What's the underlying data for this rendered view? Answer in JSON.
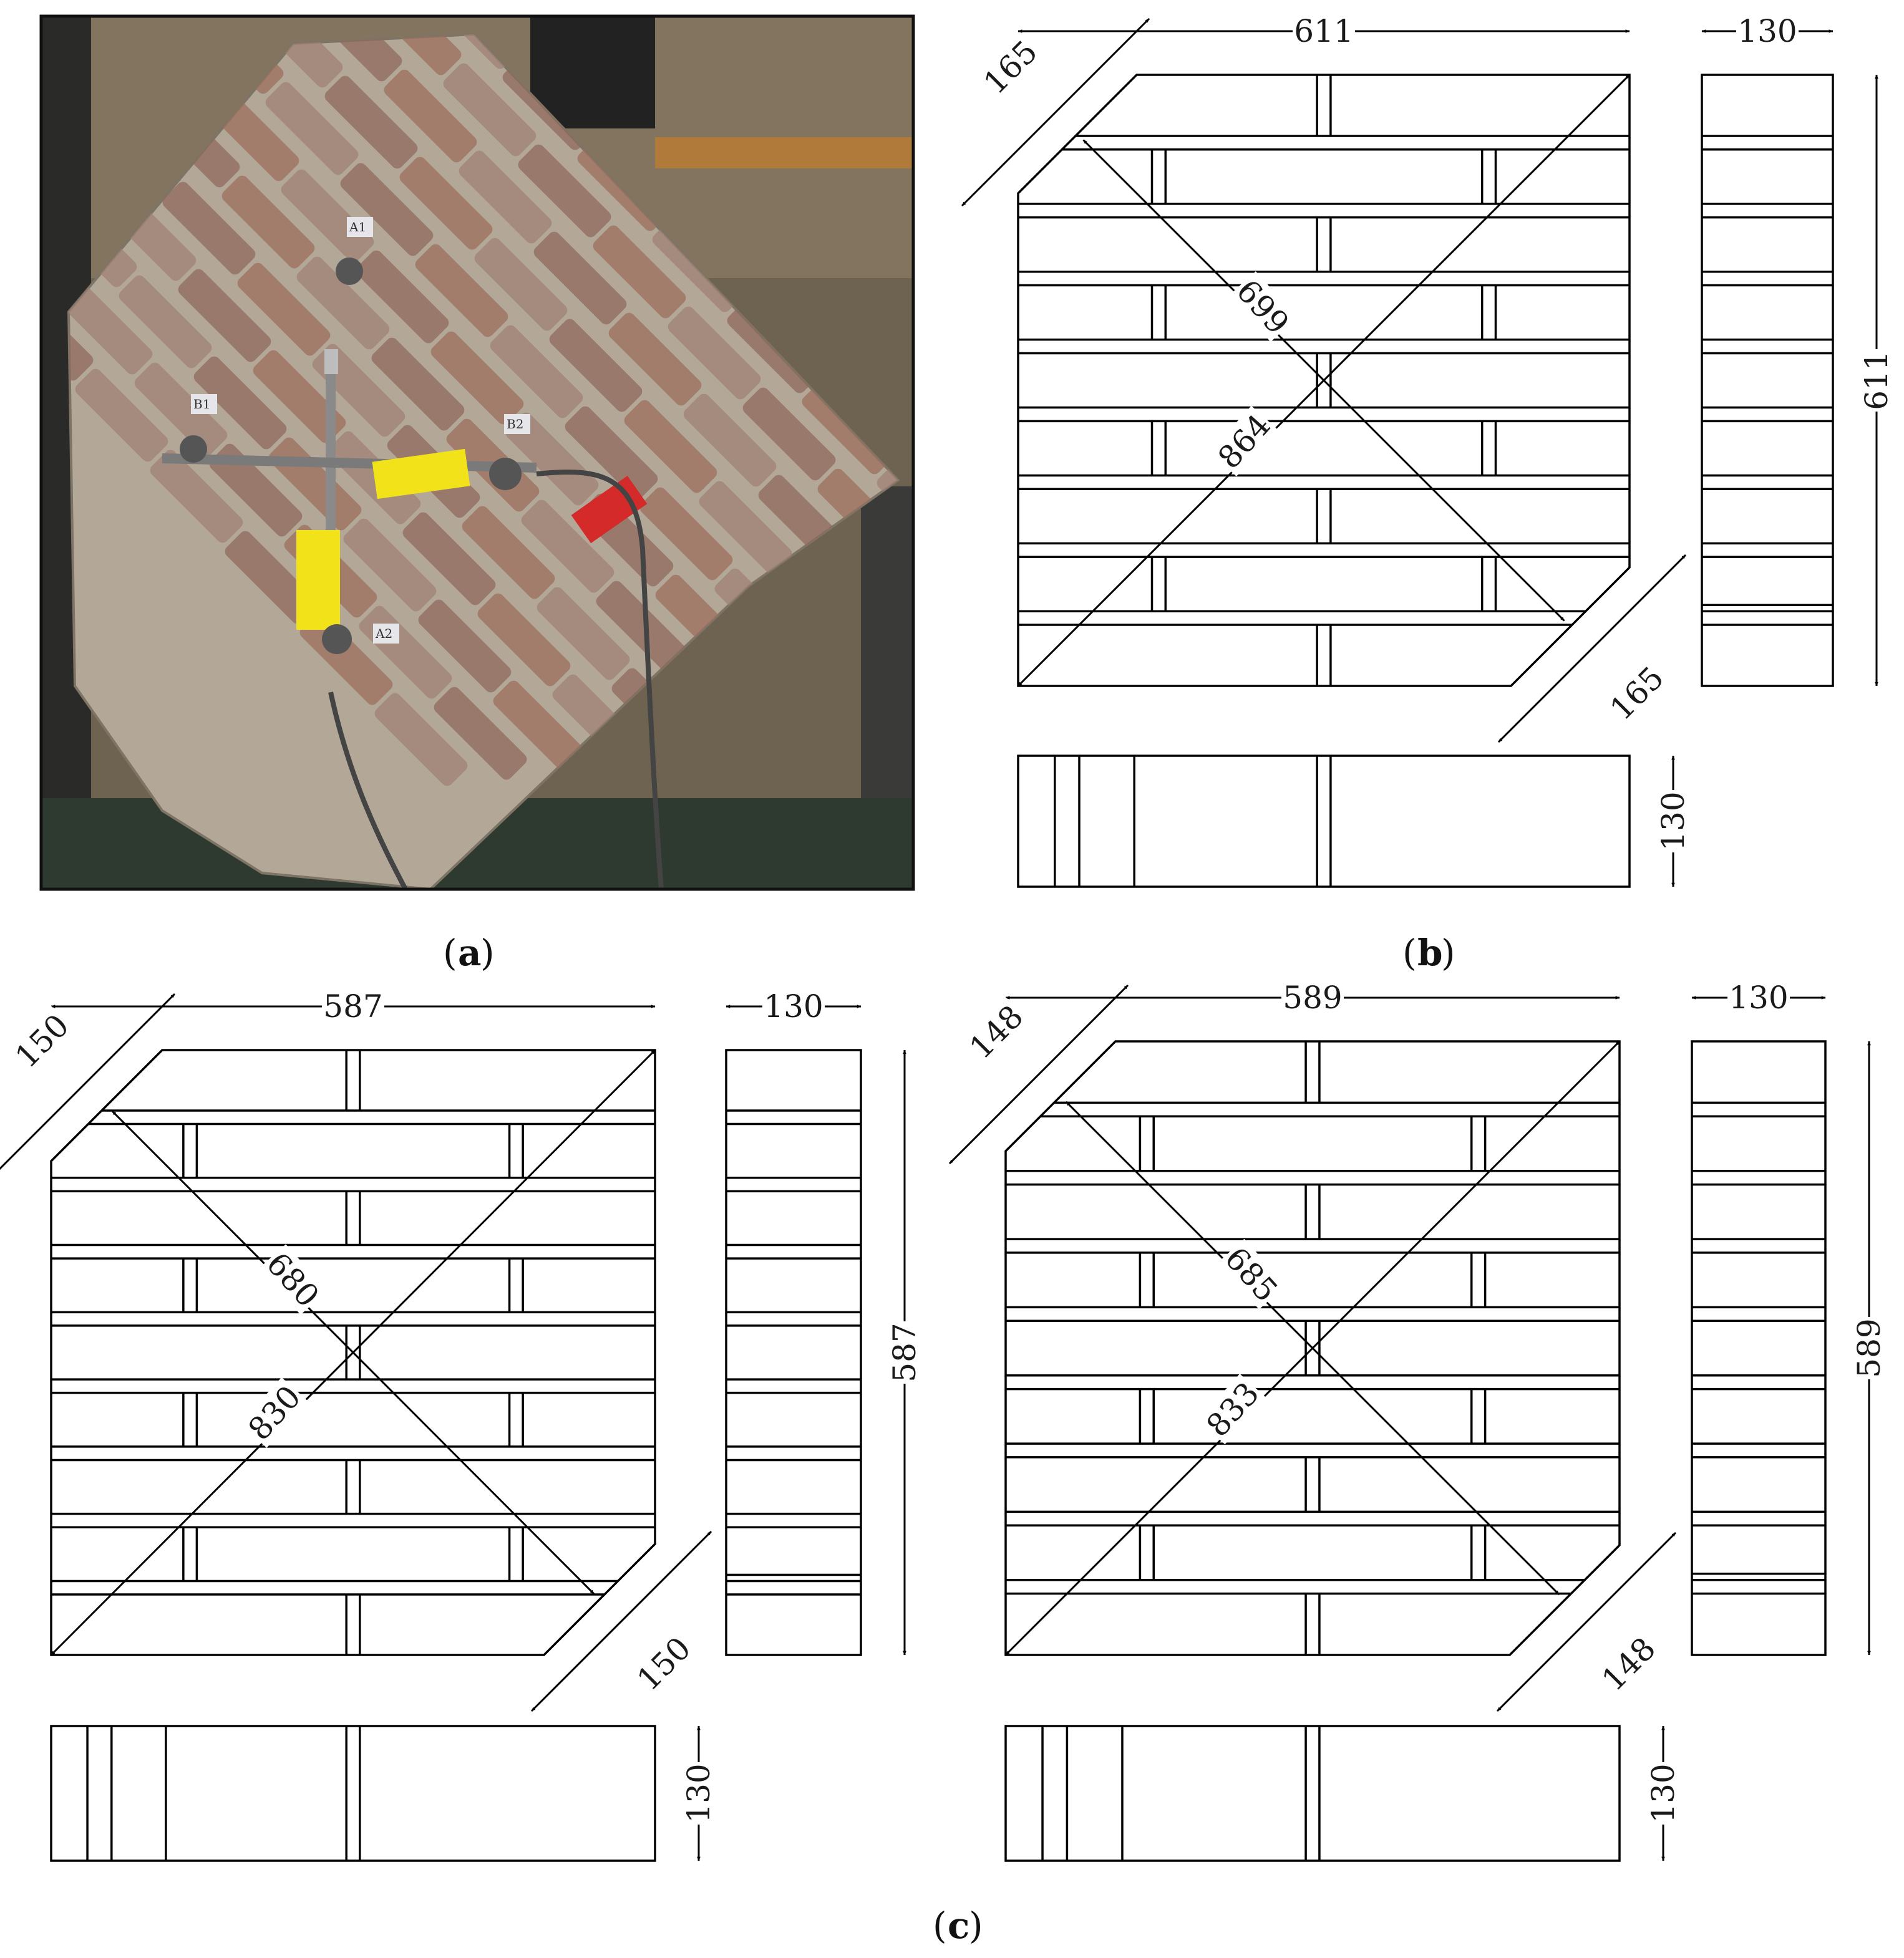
{
  "figure": {
    "captions": {
      "a": "a",
      "b": "b",
      "c": "c"
    },
    "photo": {
      "sensor_labels": [
        "A1",
        "B1",
        "B2",
        "A2"
      ],
      "colors": {
        "mortar": "#b8ab9a",
        "brick": "#9c6f5e",
        "tape_yellow": "#f2e21a",
        "tape_red": "#d42a2a",
        "frame": "#111111"
      }
    },
    "panels": {
      "b": {
        "width": "611",
        "height": "611",
        "thickness_top": "130",
        "thickness_bottom": "130",
        "corner_top": "165",
        "corner_bottom": "165",
        "diag_short": "699",
        "diag_long": "864"
      },
      "c1": {
        "width": "587",
        "height": "587",
        "thickness_top": "130",
        "thickness_bottom": "130",
        "corner_top": "150",
        "corner_bottom": "150",
        "diag_short": "680",
        "diag_long": "830"
      },
      "c2": {
        "width": "589",
        "height": "589",
        "thickness_top": "130",
        "thickness_bottom": "130",
        "corner_top": "148",
        "corner_bottom": "148",
        "diag_short": "685",
        "diag_long": "833"
      }
    }
  }
}
